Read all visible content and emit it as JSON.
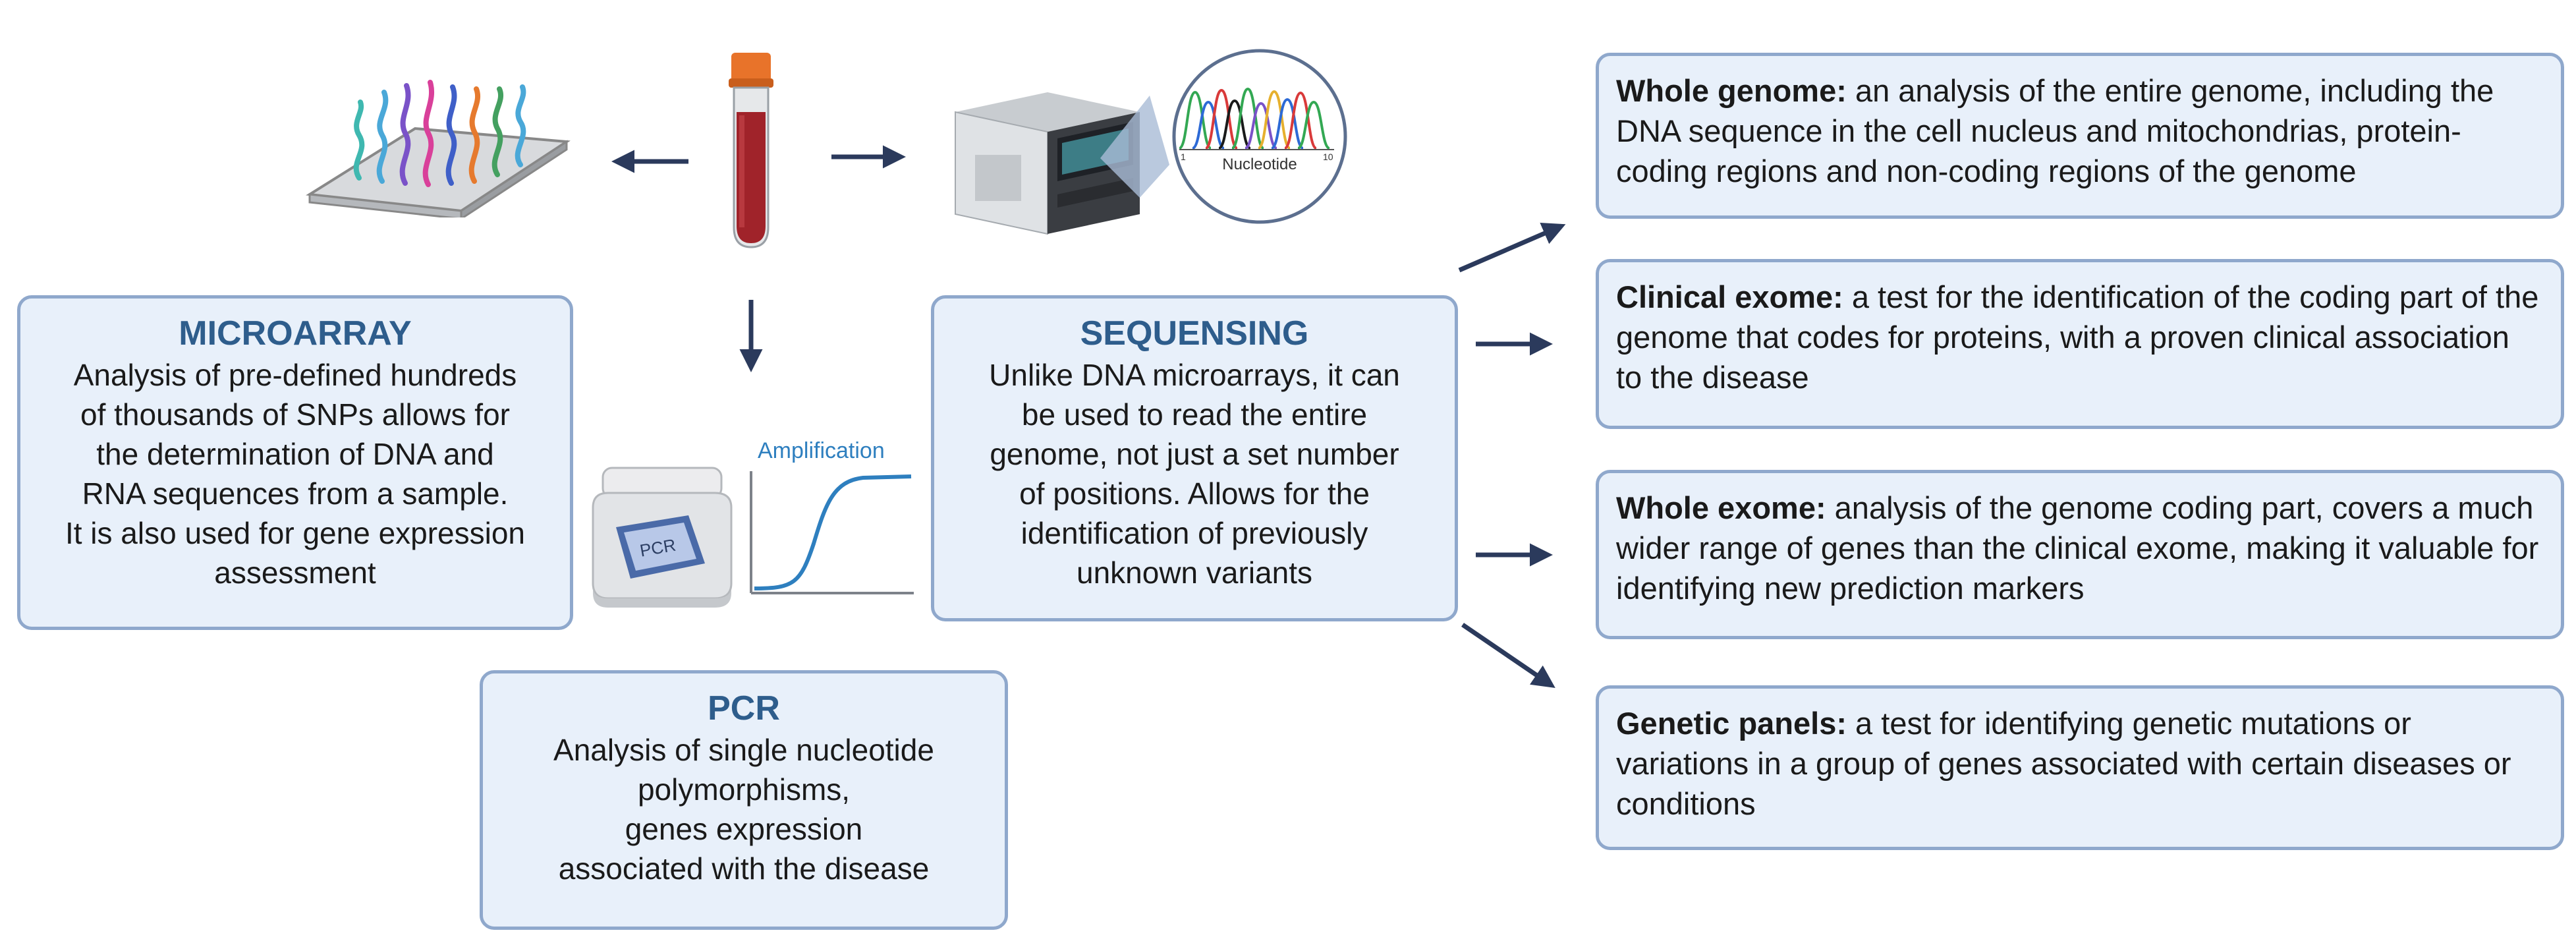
{
  "colors": {
    "box_fill": "#e8f0fa",
    "box_border": "#8fa8cc",
    "title_blue": "#2e5d8c",
    "arrow": "#2b3a5c",
    "blood": "#a0232a",
    "cap": "#e8732a",
    "amplification_curve": "#2e7fbf"
  },
  "microarray": {
    "title": "MICROARRAY",
    "lines": [
      "Analysis of pre-defined hundreds",
      "of thousands of SNPs allows for",
      "the determination of DNA and",
      "RNA sequences from a sample.",
      "It is also used for gene expression",
      "assessment"
    ]
  },
  "sequencing": {
    "title": "SEQUENSING",
    "lines": [
      "Unlike DNA microarrays, it can",
      "be used to read the entire",
      "genome, not just a set number",
      "of positions. Allows for the",
      "identification of previously",
      "unknown variants"
    ]
  },
  "pcr": {
    "title": "PCR",
    "lines": [
      "Analysis of single nucleotide",
      "polymorphisms,",
      "genes expression",
      "associated with the disease"
    ]
  },
  "pcr_machine_label": "PCR",
  "amplification_label": "Amplification",
  "nucleotide_label": "Nucleotide",
  "nucleotide_axis": {
    "start": "1",
    "end": "10"
  },
  "sequencing_types": [
    {
      "term": "Whole genome:",
      "description": " an analysis of the entire genome, including the DNA sequence in the cell nucleus and mitochondrias, protein-coding regions and non-coding regions of the genome"
    },
    {
      "term": "Clinical exome:",
      "description": " a test for the identification of the coding part of the genome that codes for proteins, with a proven clinical association to the disease"
    },
    {
      "term": "Whole exome:",
      "description": " analysis of the genome coding part, covers a much wider range of genes than the clinical exome, making it valuable for identifying new prediction markers"
    },
    {
      "term": "Genetic panels:",
      "description": " a test for identifying genetic mutations or variations in a group of genes associated with certain diseases or conditions"
    }
  ]
}
